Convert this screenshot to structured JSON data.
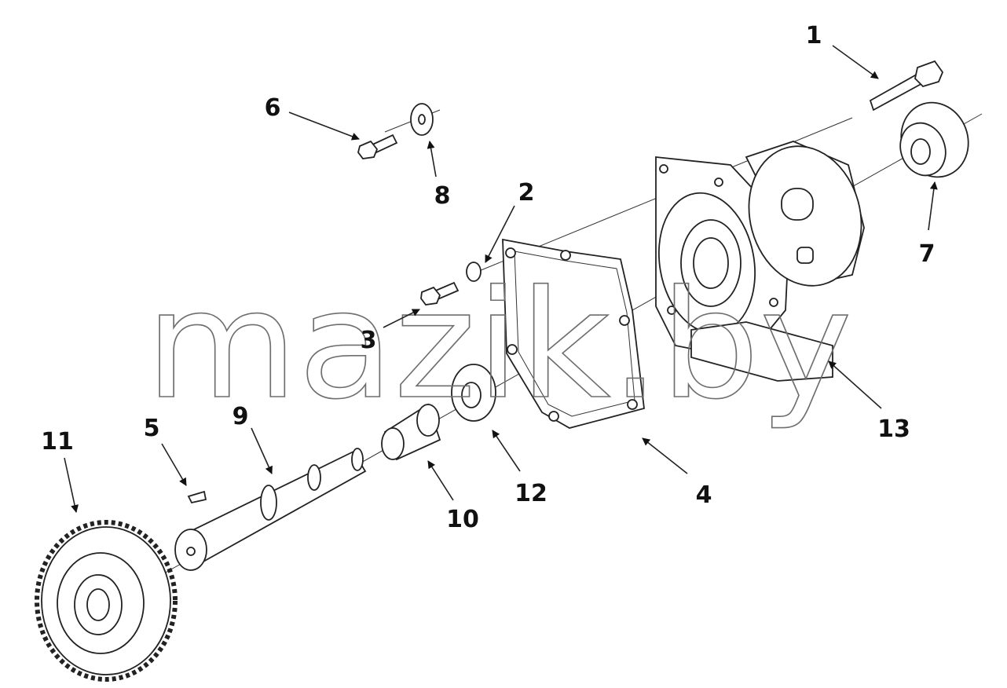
{
  "watermark": "mazik.by",
  "callouts": [
    {
      "id": "1",
      "label": "1"
    },
    {
      "id": "2",
      "label": "2"
    },
    {
      "id": "3",
      "label": "3"
    },
    {
      "id": "4",
      "label": "4"
    },
    {
      "id": "5",
      "label": "5"
    },
    {
      "id": "6",
      "label": "6"
    },
    {
      "id": "7",
      "label": "7"
    },
    {
      "id": "8",
      "label": "8"
    },
    {
      "id": "9",
      "label": "9"
    },
    {
      "id": "10",
      "label": "10"
    },
    {
      "id": "11",
      "label": "11"
    },
    {
      "id": "12",
      "label": "12"
    },
    {
      "id": "13",
      "label": "13"
    }
  ]
}
